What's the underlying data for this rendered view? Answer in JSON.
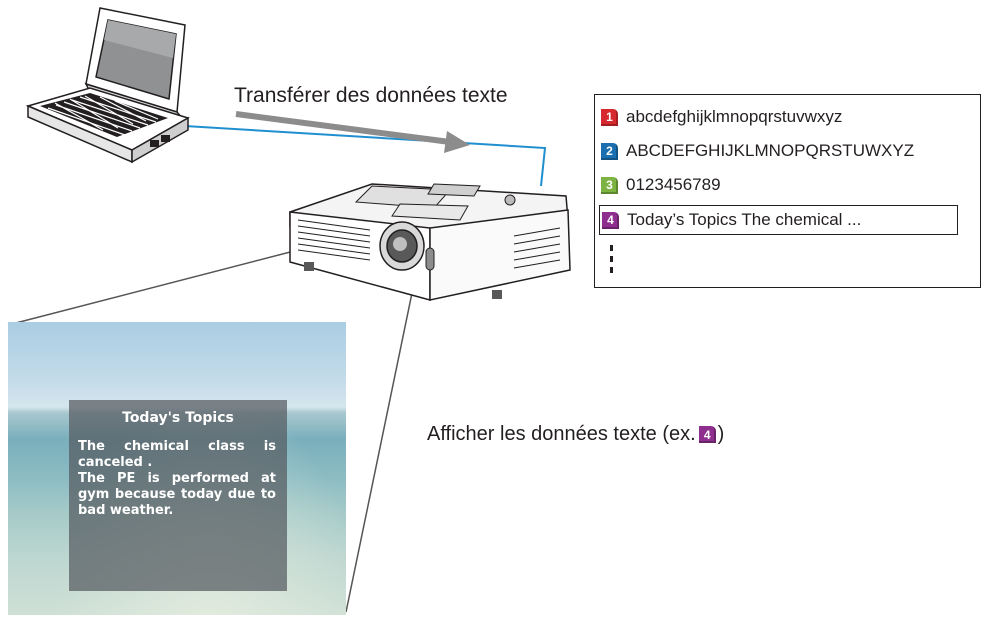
{
  "labels": {
    "transfer": "Transférer des données texte",
    "display_prefix": "Afficher les données texte (ex. ",
    "display_suffix": ")",
    "display_badge": "4"
  },
  "text_list": {
    "items": [
      {
        "number": "1",
        "text": "abcdefghijklmnopqrstuvwxyz",
        "color": "#d7282f"
      },
      {
        "number": "2",
        "text": "ABCDEFGHIJKLMNOPQRSTUWXYZ",
        "color": "#1a6fb0"
      },
      {
        "number": "3",
        "text": "0123456789",
        "color": "#7cb342"
      },
      {
        "number": "4",
        "text": "Today’s Topics The chemical ...",
        "color": "#8e2e8f"
      }
    ]
  },
  "screen": {
    "title": "Today's Topics",
    "body": "The chemical class is canceled .\nThe PE is performed at gym because today due to bad weather."
  },
  "colors": {
    "cable": "#1f8fcf",
    "arrow": "#8c8c8c",
    "projection_lines": "#555555"
  },
  "icons": [
    "laptop-icon",
    "projector-icon"
  ]
}
